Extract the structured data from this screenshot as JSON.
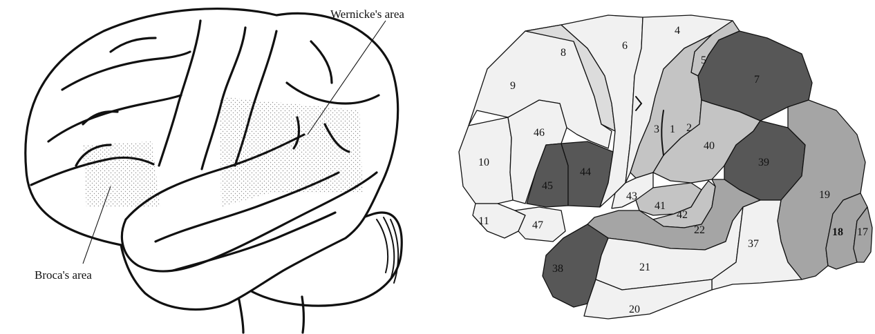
{
  "left_figure": {
    "labels": {
      "wernicke": "Wernicke's area",
      "broca": "Broca's area"
    }
  },
  "right_figure": {
    "shade_colors": {
      "white": "#f1f1f1",
      "light": "#dcdcdc",
      "mid": "#c4c4c4",
      "medium_dark": "#a5a5a5",
      "dark": "#575757"
    },
    "areas": [
      {
        "id": "1",
        "label": "1",
        "shade": "mid"
      },
      {
        "id": "2",
        "label": "2",
        "shade": "mid"
      },
      {
        "id": "3",
        "label": "3",
        "shade": "mid"
      },
      {
        "id": "4",
        "label": "4",
        "shade": "white"
      },
      {
        "id": "5",
        "label": "5",
        "shade": "mid"
      },
      {
        "id": "6",
        "label": "6",
        "shade": "white"
      },
      {
        "id": "7",
        "label": "7",
        "shade": "dark"
      },
      {
        "id": "8",
        "label": "8",
        "shade": "light"
      },
      {
        "id": "9",
        "label": "9",
        "shade": "white"
      },
      {
        "id": "10",
        "label": "10",
        "shade": "white"
      },
      {
        "id": "11",
        "label": "11",
        "shade": "white"
      },
      {
        "id": "17",
        "label": "17",
        "shade": "medium_dark"
      },
      {
        "id": "18",
        "label": "18",
        "shade": "medium_dark"
      },
      {
        "id": "19",
        "label": "19",
        "shade": "medium_dark"
      },
      {
        "id": "20",
        "label": "20",
        "shade": "white"
      },
      {
        "id": "21",
        "label": "21",
        "shade": "white"
      },
      {
        "id": "22",
        "label": "22",
        "shade": "medium_dark"
      },
      {
        "id": "37",
        "label": "37",
        "shade": "white"
      },
      {
        "id": "38",
        "label": "38",
        "shade": "dark"
      },
      {
        "id": "39",
        "label": "39",
        "shade": "dark"
      },
      {
        "id": "40",
        "label": "40",
        "shade": "mid"
      },
      {
        "id": "41",
        "label": "41",
        "shade": "mid"
      },
      {
        "id": "42",
        "label": "42",
        "shade": "mid"
      },
      {
        "id": "43",
        "label": "43",
        "shade": "white"
      },
      {
        "id": "44",
        "label": "44",
        "shade": "dark"
      },
      {
        "id": "45",
        "label": "45",
        "shade": "dark"
      },
      {
        "id": "46",
        "label": "46",
        "shade": "white"
      },
      {
        "id": "47",
        "label": "47",
        "shade": "white"
      }
    ]
  }
}
